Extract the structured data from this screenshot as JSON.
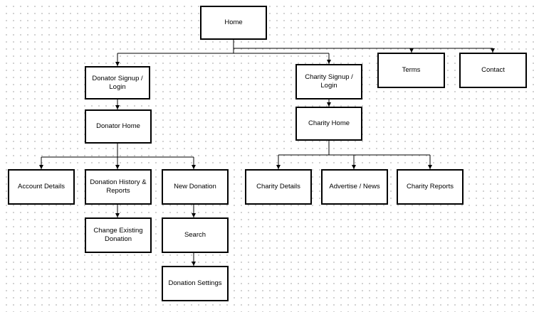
{
  "nodes": {
    "home": "Home",
    "donator_signup": "Donator Signup / Login",
    "charity_signup": "Charity Signup / Login",
    "terms": "Terms",
    "contact": "Contact",
    "donator_home": "Donator Home",
    "charity_home": "Charity Home",
    "account_details": "Account Details",
    "donation_history": "Donation History & Reports",
    "new_donation": "New Donation",
    "change_donation": "Change Existing Donation",
    "search": "Search",
    "donation_settings": "Donation Settings",
    "charity_details": "Charity Details",
    "advertise_news": "Advertise / News",
    "charity_reports": "Charity Reports"
  }
}
